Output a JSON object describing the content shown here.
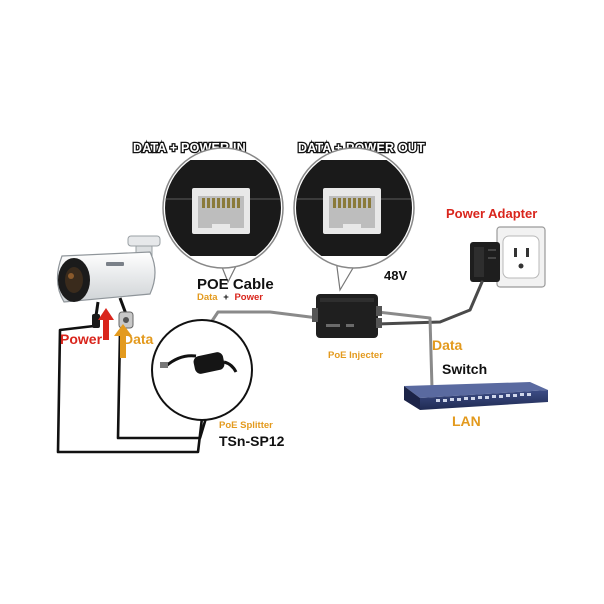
{
  "headers": {
    "in": "DATA + POWER IN",
    "out": "DATA + POWER OUT"
  },
  "poe_cable": {
    "title": "POE Cable",
    "sub_data": "Data",
    "sub_plus": "+",
    "sub_power": "Power"
  },
  "voltage": "48V",
  "power_adapter": "Power Adapter",
  "injector": {
    "label": "PoE Injecter"
  },
  "camera": {
    "power": "Power",
    "data": "Data"
  },
  "switch": {
    "data": "Data",
    "label": "Switch",
    "lan": "LAN"
  },
  "splitter": {
    "label": "PoE Splitter",
    "model": "TSn-SP12"
  },
  "colors": {
    "red": "#d9251c",
    "orange": "#e39a1e",
    "black": "#111111",
    "cable_gray": "#8a8a8a",
    "switch_blue": "#2f3d6e"
  }
}
